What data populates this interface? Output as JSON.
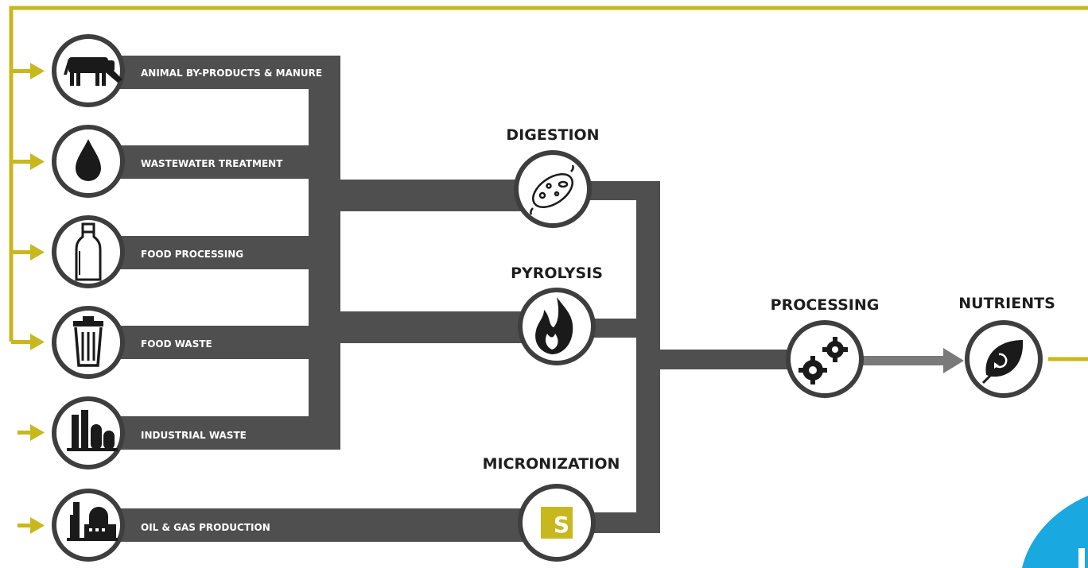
{
  "colors": {
    "accent_line": "#c8b81e",
    "flow_band": "#4f4f4f",
    "circle_ring": "#3e3e3e",
    "icon": "#1a1a1a",
    "blue_corner": "#1aa8e0"
  },
  "sources": [
    {
      "label": "ANIMAL BY-PRODUCTS & MANURE",
      "icon": "cow-icon"
    },
    {
      "label": "WASTEWATER TREATMENT",
      "icon": "water-drop-icon"
    },
    {
      "label": "FOOD PROCESSING",
      "icon": "milk-bottle-icon"
    },
    {
      "label": "FOOD WASTE",
      "icon": "trash-can-icon"
    },
    {
      "label": "INDUSTRIAL WASTE",
      "icon": "factory-tanks-icon"
    },
    {
      "label": "OIL & GAS PRODUCTION",
      "icon": "refinery-icon"
    }
  ],
  "stages": {
    "digestion": {
      "label": "DIGESTION",
      "icon": "microbe-icon"
    },
    "pyrolysis": {
      "label": "PYROLYSIS",
      "icon": "flame-icon"
    },
    "micronization": {
      "label": "MICRONIZATION",
      "icon": "s-logo-icon",
      "icon_text": "S"
    },
    "processing": {
      "label": "PROCESSING",
      "icon": "gears-icon"
    },
    "nutrients": {
      "label": "NUTRIENTS",
      "icon": "leaf-recycle-icon"
    }
  }
}
